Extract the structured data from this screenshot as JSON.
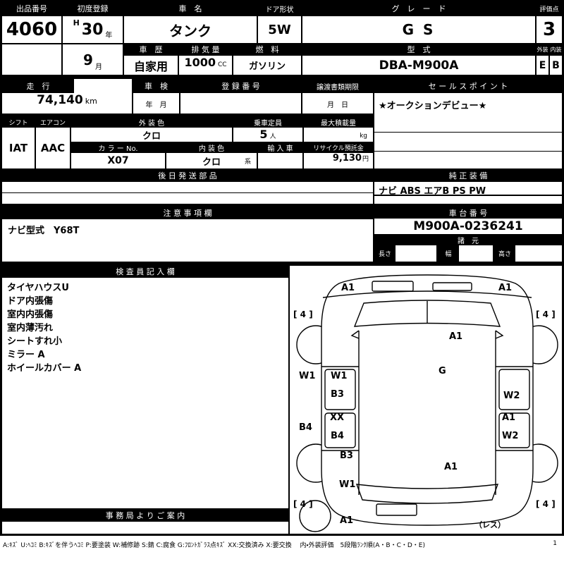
{
  "top": {
    "auction_no_label": "出品番号",
    "auction_no": "4060",
    "first_reg_label": "初度登録",
    "first_reg_era": "H",
    "first_reg_year": "30",
    "first_reg_year_unit": "年",
    "first_reg_month": "9",
    "first_reg_month_unit": "月",
    "car_name_label": "車　名",
    "car_name": "タンク",
    "door_label": "ドア形状",
    "door": "5W",
    "grade_label": "グ　レ　ー　ド",
    "grade": "G S",
    "score_label": "評価点",
    "score": "3",
    "history_label": "車　歴",
    "history": "自家用",
    "displacement_label": "排 気 量",
    "displacement": "1000",
    "displacement_unit": "CC",
    "fuel_label": "燃　料",
    "fuel": "ガソリン",
    "model_label": "型　式",
    "model": "DBA-M900A",
    "exterior_label": "外装",
    "exterior": "E",
    "interior_label": "内装",
    "interior": "B"
  },
  "mileage_row": {
    "mileage_label": "走　行",
    "mileage": "74,140",
    "mileage_unit": "km",
    "inspection_label": "車　検",
    "inspection_value": "年　月",
    "reg_no_label": "登 録 番 号",
    "transfer_label": "譲渡書類期限",
    "transfer_value": "月　日",
    "sales_label": "セ ー ル ス ポ イ ン ト",
    "sales_value": "★オークションデビュー★"
  },
  "spec_row": {
    "shift_label": "シフト",
    "shift": "IAT",
    "aircon_label": "エアコン",
    "aircon": "AAC",
    "ext_color_label": "外 装 色",
    "ext_color": "クロ",
    "capacity_label": "乗車定員",
    "capacity": "5",
    "capacity_unit": "人",
    "max_load_label": "最大積載量",
    "max_load_unit": "kg",
    "color_no_label": "カ ラ ー No.",
    "color_no": "X07",
    "int_color_label": "内 装 色",
    "int_color": "クロ",
    "int_color_suffix": "系",
    "import_label": "輸 入 車",
    "recycle_label": "リサイクル預託金",
    "recycle": "9,130",
    "recycle_unit": "円"
  },
  "parts_row": {
    "later_parts_label": "後 日 発 送 部 品",
    "equipment_label": "純 正 装 備",
    "equipment": "ナビ ABS エアB PS PW"
  },
  "caution_row": {
    "caution_label": "注 意 事 項 欄",
    "caution_text": "ナビ型式　Y68T",
    "chassis_label": "車 台 番 号",
    "chassis_no": "M900A-0236241",
    "specs_label": "諸　元",
    "length_label": "長さ",
    "width_label": "幅",
    "height_label": "高さ"
  },
  "inspection": {
    "label": "検 査 員 記 入 欄",
    "notes": [
      "タイヤハウスU",
      "ドア内張傷",
      "室内内張傷",
      "室内薄汚れ",
      "シートすれ小",
      "ミラー A",
      "ホイールカバー A"
    ],
    "office_label": "事 務 局 よ り ご 案 内"
  },
  "diagram": {
    "labels": [
      "A1",
      "A1",
      "[ 4 ]",
      "[ 4 ]",
      "A1",
      "W1",
      "W1",
      "B3",
      "G",
      "W2",
      "B4",
      "XX",
      "B4",
      "A1",
      "W2",
      "B3",
      "A1",
      "W1",
      "[ 4 ]",
      "[ 4 ]",
      "A1",
      "（レス）"
    ]
  },
  "footer": {
    "legend": "A:ｷｽﾞ  U:ﾍｺﾐ  B:ｷｽﾞを伴うﾍｺﾐ  P:要塗装  W:補修跡  S:錆  C:腐食  G:ﾌﾛﾝﾄｶﾞﾗｽ点ｷｽﾞ  XX:交換済み  X:要交換　 内・外装評価　5段階ﾗﾝｸ順(A・B・C・D・E)",
    "page": "1"
  }
}
